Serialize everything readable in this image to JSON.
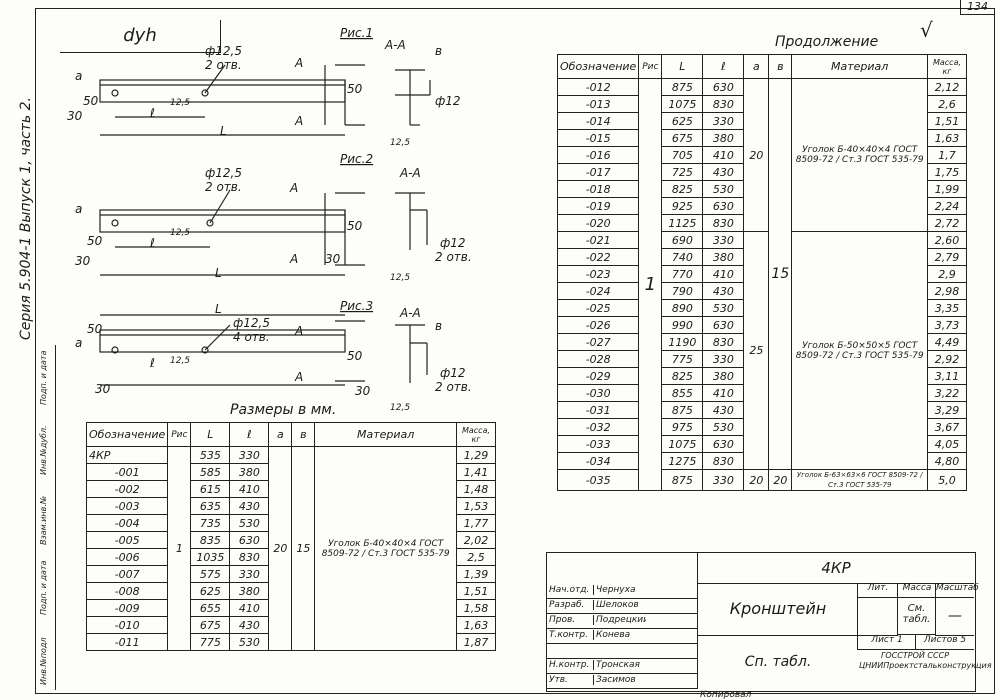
{
  "sheet_number": "134",
  "top_left_label": "dyh",
  "vertical_series": "Серия 5.904-1 Выпуск 1, часть 2.",
  "side_labels": [
    "Инв.№подл",
    "Подп. и дата",
    "Взам.инв.№",
    "Инв.№дубл.",
    "Подп. и дата"
  ],
  "drawings": {
    "fig1": {
      "title": "Рис.1",
      "section": "A-A",
      "hole": "ф12,5",
      "holes": "2 отв.",
      "pipe": "ф12",
      "pipe_count": "",
      "L": "L",
      "l": "ℓ",
      "d50": "50",
      "d30": "30",
      "r": "12,5",
      "a": "a",
      "b": "в",
      "A": "A"
    },
    "fig2": {
      "title": "Рис.2",
      "section": "A-A",
      "hole": "ф12,5",
      "holes": "2 отв.",
      "pipe": "ф12",
      "pipe_count": "2 отв.",
      "L": "L",
      "l": "ℓ",
      "d50": "50",
      "d30": "30",
      "r": "12,5",
      "a": "a",
      "b": "в",
      "A": "A"
    },
    "fig3": {
      "title": "Рис.3",
      "section": "A-A",
      "hole": "ф12,5",
      "holes": "4 отв.",
      "pipe": "ф12",
      "pipe_count": "2 отв.",
      "L": "L",
      "l": "ℓ",
      "d50": "50",
      "d30": "30",
      "r": "12,5",
      "a": "a",
      "b": "в",
      "A": "A"
    }
  },
  "sizes_caption": "Размеры в мм.",
  "table1": {
    "headers": [
      "Обозначение",
      "Рис",
      "L",
      "ℓ",
      "a",
      "в",
      "Материал",
      "Масса, кг"
    ],
    "ris": "1",
    "a": "20",
    "b": "15",
    "material": "Уголок Б-40×40×4 ГОСТ 8509-72 / Ст.3 ГОСТ 535-79",
    "rows": [
      [
        "4КР",
        "535",
        "330",
        "1,29"
      ],
      [
        "-001",
        "585",
        "380",
        "1,41"
      ],
      [
        "-002",
        "615",
        "410",
        "1,48"
      ],
      [
        "-003",
        "635",
        "430",
        "1,53"
      ],
      [
        "-004",
        "735",
        "530",
        "1,77"
      ],
      [
        "-005",
        "835",
        "630",
        "2,02"
      ],
      [
        "-006",
        "1035",
        "830",
        "2,5"
      ],
      [
        "-007",
        "575",
        "330",
        "1,39"
      ],
      [
        "-008",
        "625",
        "380",
        "1,51"
      ],
      [
        "-009",
        "655",
        "410",
        "1,58"
      ],
      [
        "-010",
        "675",
        "430",
        "1,63"
      ],
      [
        "-011",
        "775",
        "530",
        "1,87"
      ]
    ]
  },
  "continuation_title": "Продолжение",
  "table2": {
    "headers": [
      "Обозначение",
      "Рис",
      "L",
      "ℓ",
      "a",
      "в",
      "Материал",
      "Масса, кг"
    ],
    "ris": "1",
    "a_values": [
      "20",
      "25"
    ],
    "b_values": [
      "15",
      "20"
    ],
    "materials": [
      "Уголок Б-40×40×4 ГОСТ 8509-72 / Ст.3 ГОСТ 535-79",
      "Уголок Б-50×50×5 ГОСТ 8509-72 / Ст.3 ГОСТ 535-79",
      "Уголок Б-63×63×6 ГОСТ 8509-72 / Ст.3 ГОСТ 535-79"
    ],
    "rows": [
      [
        "-012",
        "875",
        "630",
        "2,12"
      ],
      [
        "-013",
        "1075",
        "830",
        "2,6"
      ],
      [
        "-014",
        "625",
        "330",
        "1,51"
      ],
      [
        "-015",
        "675",
        "380",
        "1,63"
      ],
      [
        "-016",
        "705",
        "410",
        "1,7"
      ],
      [
        "-017",
        "725",
        "430",
        "1,75"
      ],
      [
        "-018",
        "825",
        "530",
        "1,99"
      ],
      [
        "-019",
        "925",
        "630",
        "2,24"
      ],
      [
        "-020",
        "1125",
        "830",
        "2,72"
      ],
      [
        "-021",
        "690",
        "330",
        "2,60"
      ],
      [
        "-022",
        "740",
        "380",
        "2,79"
      ],
      [
        "-023",
        "770",
        "410",
        "2,9"
      ],
      [
        "-024",
        "790",
        "430",
        "2,98"
      ],
      [
        "-025",
        "890",
        "530",
        "3,35"
      ],
      [
        "-026",
        "990",
        "630",
        "3,73"
      ],
      [
        "-027",
        "1190",
        "830",
        "4,49"
      ],
      [
        "-028",
        "775",
        "330",
        "2,92"
      ],
      [
        "-029",
        "825",
        "380",
        "3,11"
      ],
      [
        "-030",
        "855",
        "410",
        "3,22"
      ],
      [
        "-031",
        "875",
        "430",
        "3,29"
      ],
      [
        "-032",
        "975",
        "530",
        "3,67"
      ],
      [
        "-033",
        "1075",
        "630",
        "4,05"
      ],
      [
        "-034",
        "1275",
        "830",
        "4,80"
      ],
      [
        "-035",
        "875",
        "330",
        "5,0"
      ]
    ]
  },
  "title_block": {
    "code": "4КР",
    "name": "Кронштейн",
    "doc": "Сп. табл.",
    "lit": "Лит.",
    "mass": "Масса",
    "scale": "Масштаб",
    "mass_val": "См. табл.",
    "scale_val": "—",
    "sheet": "Лист 1",
    "sheets": "Листов 5",
    "org": "ГОССТРОЙ СССР ЦНИИПроектстальконструкция",
    "people": [
      [
        "Нач.отд.",
        "Чернуха"
      ],
      [
        "Разраб.",
        "Шелоков"
      ],
      [
        "Пров.",
        "Подрецкий"
      ],
      [
        "Т.контр.",
        "Конева"
      ],
      [
        "",
        ""
      ],
      [
        "Н.контр.",
        "Тронская"
      ],
      [
        "Утв.",
        "Засимов"
      ]
    ],
    "footer_note": "Копировал"
  },
  "check_mark": "√"
}
